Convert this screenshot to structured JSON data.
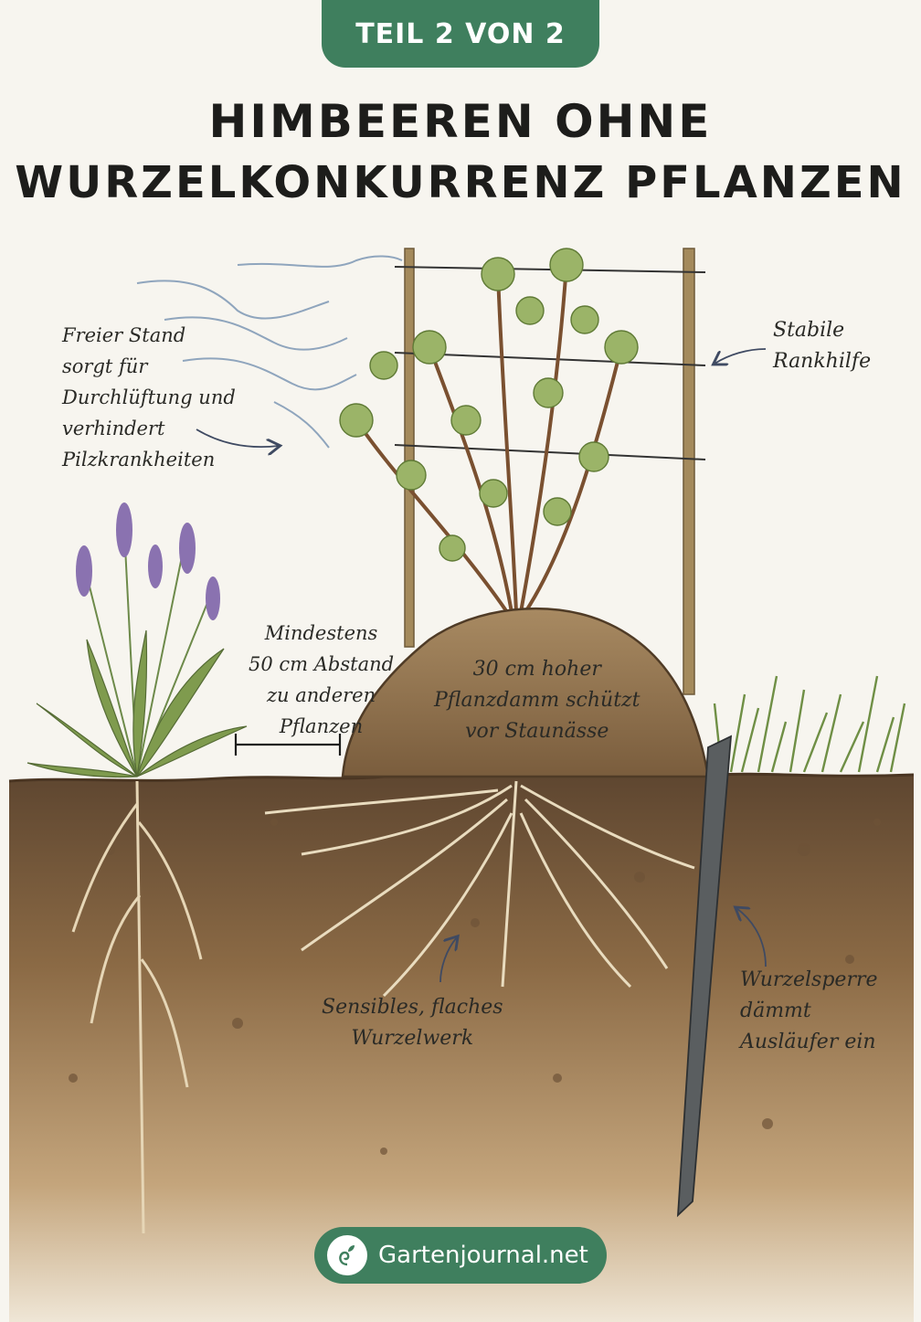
{
  "badge": "TEIL 2 VON 2",
  "title": {
    "line1": "HIMBEEREN OHNE",
    "line2": "WURZELKONKURRENZ PFLANZEN"
  },
  "labels": {
    "airflow": [
      "Freier Stand",
      "sorgt für",
      "Durchlüftung und",
      "verhindert",
      "Pilzkrankheiten"
    ],
    "trellis": [
      "Stabile",
      "Rankhilfe"
    ],
    "distance": [
      "Mindestens",
      "50 cm Abstand",
      "zu anderen",
      "Pflanzen"
    ],
    "mound": [
      "30 cm hoher",
      "Pflanzdamm schützt",
      "vor Staunässe"
    ],
    "roots": [
      "Sensibles, flaches",
      "Wurzelwerk"
    ],
    "barrier": [
      "Wurzelsperre",
      "dämmt",
      "Ausläufer ein"
    ]
  },
  "footer": {
    "site": "Gartenjournal.net",
    "icon": "garden-leaf-icon"
  },
  "colors": {
    "accent_green": "#3f7f5e",
    "soil": "#8b6a45",
    "leaf": "#7f9b4e",
    "lavender": "#8a72b0"
  }
}
